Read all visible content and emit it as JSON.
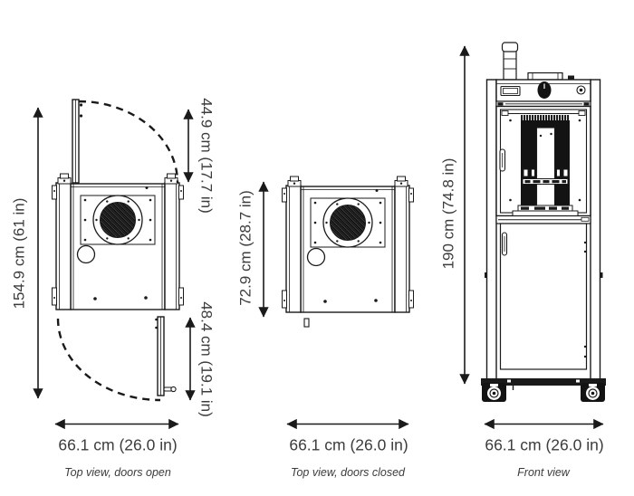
{
  "page": {
    "background": "#ffffff",
    "ink": "#1a1a1a",
    "text_color": "#3c3c3c"
  },
  "figures": {
    "doors_open": {
      "caption": "Top view, doors open",
      "depth_total": "154.9 cm (61 in)",
      "door_top_swing": "44.9 cm (17.7 in)",
      "door_bottom_swing": "48.4 cm (19.1 in)",
      "width": "66.1 cm (26.0 in)"
    },
    "doors_closed": {
      "caption": "Top view, doors closed",
      "depth": "72.9 cm (28.7 in)",
      "width": "66.1 cm (26.0 in)"
    },
    "front": {
      "caption": "Front view",
      "height": "190 cm (74.8 in)",
      "width": "66.1 cm (26.0 in)"
    }
  }
}
